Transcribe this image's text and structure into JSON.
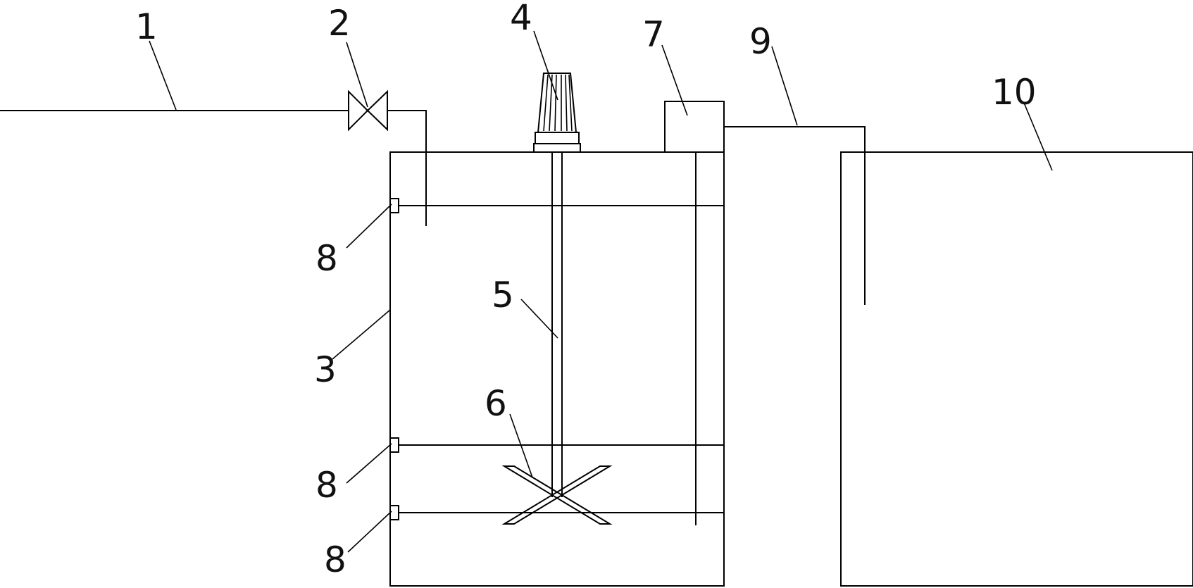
{
  "labels": {
    "l1": "1",
    "l2": "2",
    "l3": "3",
    "l4": "4",
    "l5": "5",
    "l6": "6",
    "l7": "7",
    "l8a": "8",
    "l8b": "8",
    "l8c": "8",
    "l9": "9",
    "l10": "10"
  }
}
